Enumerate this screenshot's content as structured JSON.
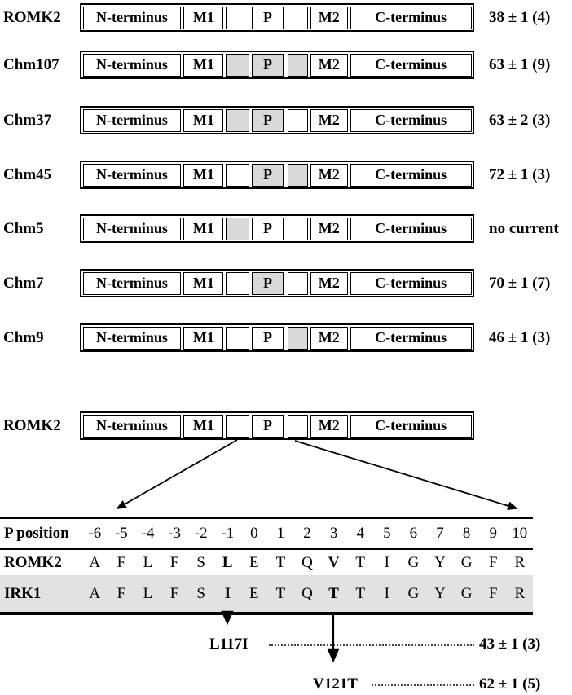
{
  "segments": {
    "nterm": "N-terminus",
    "m1": "M1",
    "p": "P",
    "m2": "M2",
    "cterm": "C-terminus"
  },
  "constructs": [
    {
      "label": "ROMK2",
      "value": "38 ± 1 (4)",
      "shaded": []
    },
    {
      "label": "Chm107",
      "value": "63 ± 1 (9)",
      "shaded": [
        "linker1",
        "p",
        "linker2"
      ]
    },
    {
      "label": "Chm37",
      "value": "63 ± 2 (3)",
      "shaded": [
        "linker1",
        "p"
      ]
    },
    {
      "label": "Chm45",
      "value": "72 ± 1 (3)",
      "shaded": [
        "p",
        "linker2"
      ]
    },
    {
      "label": "Chm5",
      "value": "no current",
      "shaded": [
        "linker1"
      ]
    },
    {
      "label": "Chm7",
      "value": "70 ± 1 (7)",
      "shaded": [
        "p"
      ]
    },
    {
      "label": "Chm9",
      "value": "46 ± 1 (3)",
      "shaded": [
        "linker2"
      ]
    },
    {
      "label": "ROMK2",
      "value": "",
      "shaded": []
    }
  ],
  "alignment": {
    "position_label": "P position",
    "positions": [
      "-6",
      "-5",
      "-4",
      "-3",
      "-2",
      "-1",
      "0",
      "1",
      "2",
      "3",
      "4",
      "5",
      "6",
      "7",
      "8",
      "9",
      "10"
    ],
    "rows": [
      {
        "label": "ROMK2",
        "residues": [
          "A",
          "F",
          "L",
          "F",
          "S",
          "L",
          "E",
          "T",
          "Q",
          "V",
          "T",
          "I",
          "G",
          "Y",
          "G",
          "F",
          "R"
        ],
        "bold_indices": [
          5,
          9
        ]
      },
      {
        "label": "IRK1",
        "residues": [
          "A",
          "F",
          "L",
          "F",
          "S",
          "I",
          "E",
          "T",
          "Q",
          "T",
          "T",
          "I",
          "G",
          "Y",
          "G",
          "F",
          "R"
        ],
        "bold_indices": [
          5,
          9
        ]
      }
    ]
  },
  "mutations": [
    {
      "label": "L117I",
      "value": "43 ± 1 (3)"
    },
    {
      "label": "V121T",
      "value": "62 ± 1 (5)"
    }
  ],
  "colors": {
    "shaded_segment": "#d9d9d9",
    "irk1_band": "#e2e2e2",
    "line": "#000000"
  }
}
